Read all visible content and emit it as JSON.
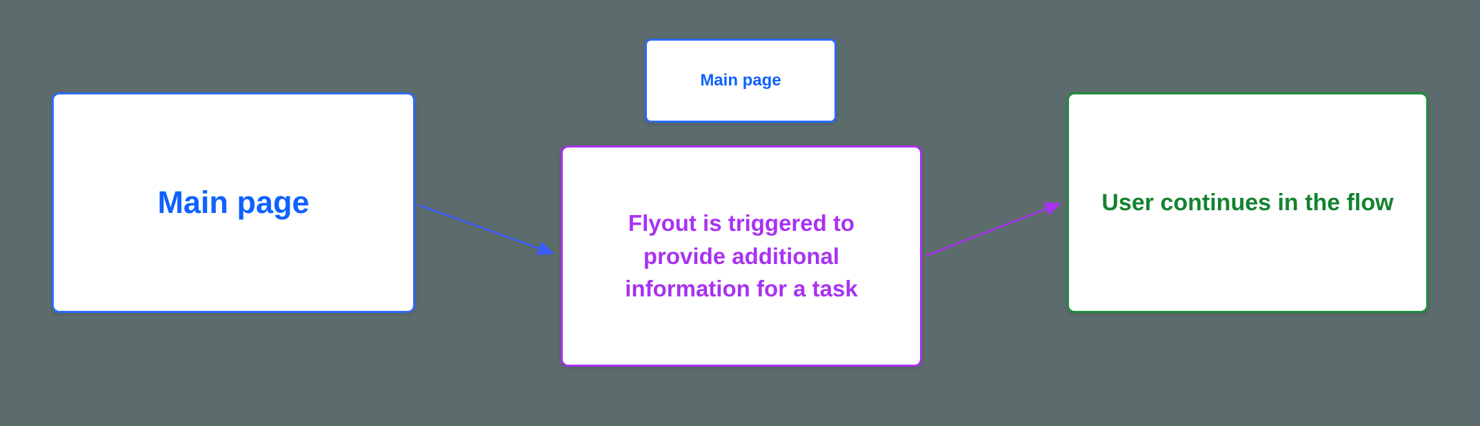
{
  "canvas": {
    "background_color": "#5c6b6b"
  },
  "nodes": {
    "main_page_large": {
      "label": "Main page",
      "text_color": "#0f62fe",
      "border_color": "#2c6bff",
      "fill": "#ffffff"
    },
    "main_page_small": {
      "label": "Main page",
      "text_color": "#0f62fe",
      "border_color": "#2c6bff",
      "fill": "#ffffff"
    },
    "flyout": {
      "label": "Flyout is triggered to provide additional information for a task",
      "text_color": "#a832f2",
      "border_color": "#a832f2",
      "fill": "#ffffff"
    },
    "user_continues": {
      "label": "User continues in the flow",
      "text_color": "#148231",
      "border_color": "#1e8e3e",
      "fill": "#ffffff"
    }
  },
  "connectors": [
    {
      "name": "main-page-to-flyout",
      "color": "#3b5bff",
      "direction": "down-right"
    },
    {
      "name": "flyout-to-user-continues",
      "color": "#a832f2",
      "direction": "up-right"
    }
  ]
}
